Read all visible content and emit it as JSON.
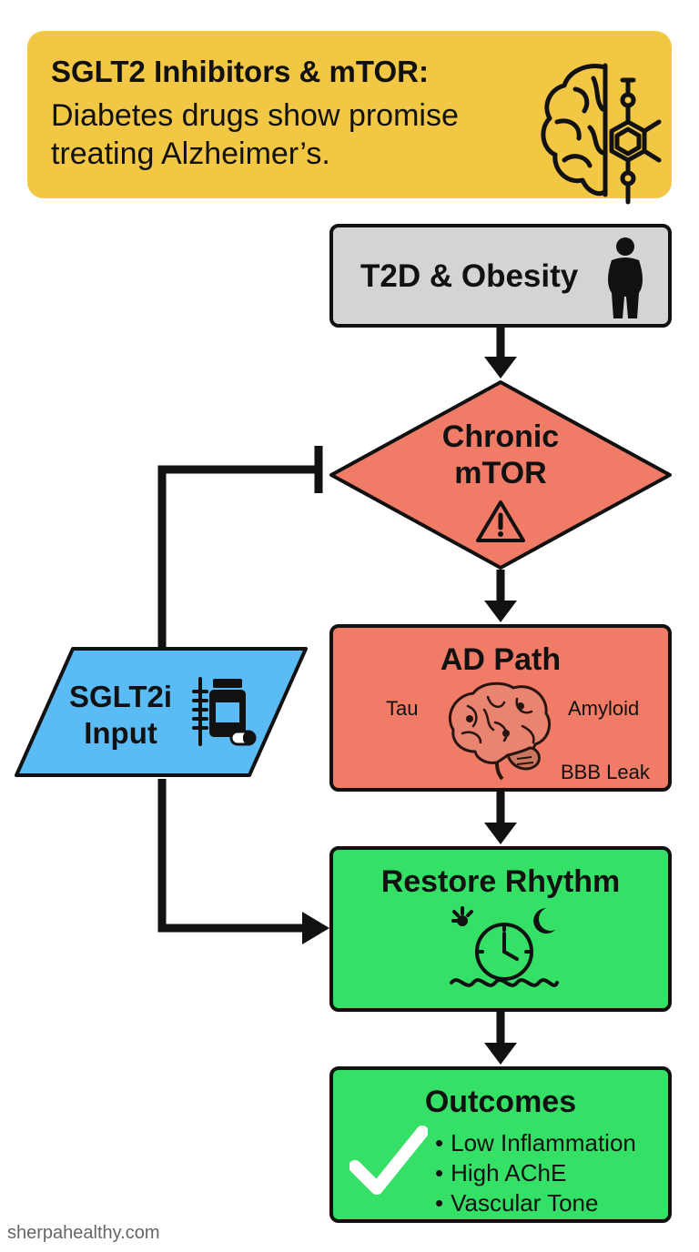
{
  "header": {
    "title": "SGLT2 Inhibitors & mTOR:",
    "subtitle": "Diabetes drugs show promise treating Alzheimer’s.",
    "icon": "brain-molecule-icon"
  },
  "nodes": {
    "t2d": {
      "label": "T2D & Obesity",
      "icon": "person-icon"
    },
    "mtor": {
      "label_line1": "Chronic",
      "label_line2": "mTOR",
      "icon": "warning-icon"
    },
    "sglt2i": {
      "label_line1": "SGLT2i",
      "label_line2": "Input",
      "icon": "syringe-pill-icon"
    },
    "ad_path": {
      "label": "AD Path",
      "tau": "Tau",
      "amyloid": "Amyloid",
      "bbb": "BBB Leak",
      "icon": "brain-icon"
    },
    "rhythm": {
      "label": "Restore Rhythm",
      "icon": "circadian-clock-icon"
    },
    "outcomes": {
      "label": "Outcomes",
      "items": [
        "Low Inflammation",
        "High AChE",
        "Vascular Tone"
      ],
      "icon": "checkmark-icon"
    }
  },
  "colors": {
    "header_bg": "#f2c744",
    "t2d_bg": "#d4d4d4",
    "mtor_bg": "#f07c68",
    "ad_bg": "#f07c68",
    "sglt2i_bg": "#5bbcf5",
    "green_bg": "#35e066"
  },
  "footer": {
    "source": "sherpahealthy.com"
  }
}
